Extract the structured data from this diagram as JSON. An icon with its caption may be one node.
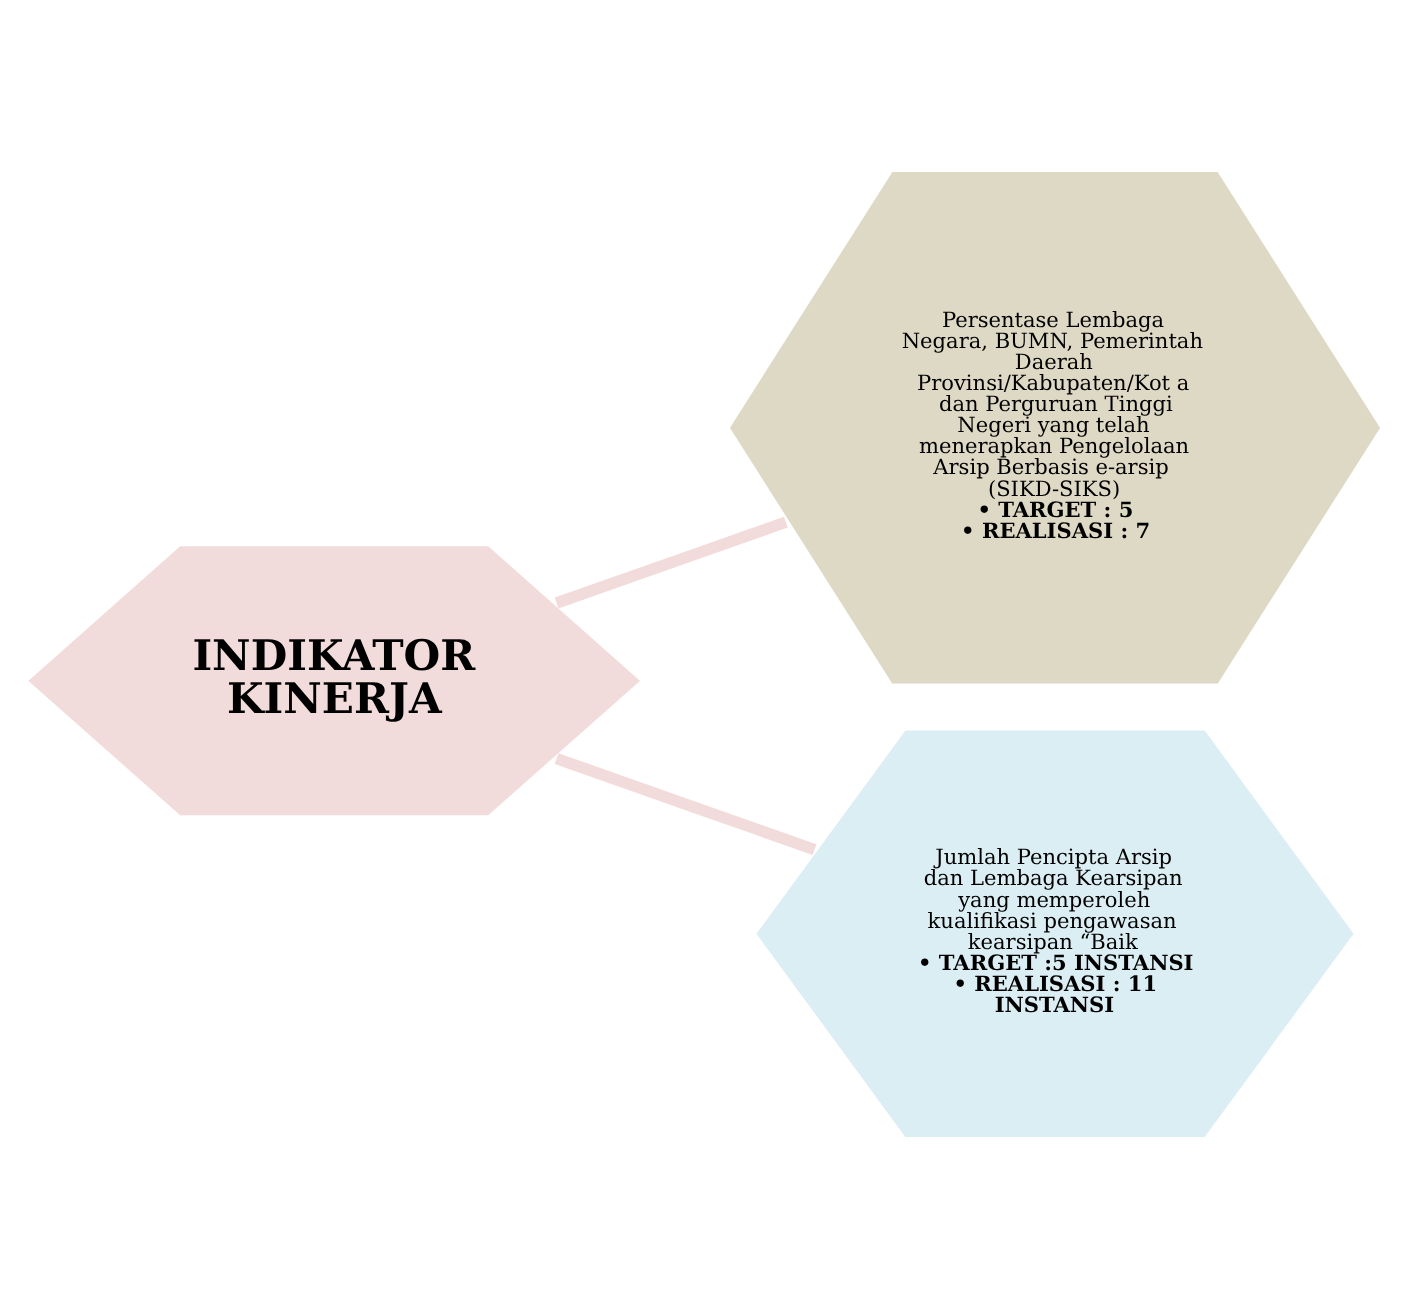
{
  "diagram": {
    "nodes": [
      {
        "text": [
          "INDIKATOR KINERJA"
        ]
      },
      {
        "text": [
          "Persentase Lembaga Negara, BUMN, Pemerintah Daerah Provinsi/Kabupaten/Kot a dan Perguruan Tinggi Negeri yang telah menerapkan Pengelolaan Arsip Berbasis e-arsip (SIKD-SIKS)",
          "• TARGET : 5",
          "• REALISASI : 7"
        ]
      },
      {
        "text": [
          "Jumlah Pencipta Arsip dan Lembaga Kearsipan yang memperoleh kualifikasi pengawasan kearsipan “Baik",
          "• TARGET :5 INSTANSI",
          "• REALISASI : 11 INSTANSI"
        ]
      }
    ],
    "edges": [
      {
        "from": 0,
        "to": 1,
        "arrow": "none"
      },
      {
        "from": 0,
        "to": 2,
        "arrow": "none"
      }
    ]
  }
}
